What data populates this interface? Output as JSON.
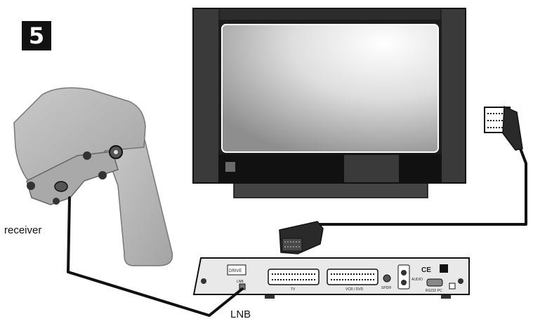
{
  "step": {
    "number": "5"
  },
  "labels": {
    "receiver": "receiver",
    "lnb": "LNB"
  },
  "receiver_panel": {
    "scart_tv": "TV",
    "scart_vcr": "VCR / DVD",
    "spdif": "SPDIF",
    "audio": "AUDIO",
    "rs232": "RS232 PC",
    "ce_mark": "CE",
    "lnb_port": "LNB",
    "brand": "DRIVE"
  },
  "colors": {
    "cable": "#111111",
    "tv_frame": "#3a3a3a",
    "tv_bezel": "#1c1c1c",
    "dish_body": "#b5b5b5",
    "receiver_body": "#e9e9e9"
  }
}
